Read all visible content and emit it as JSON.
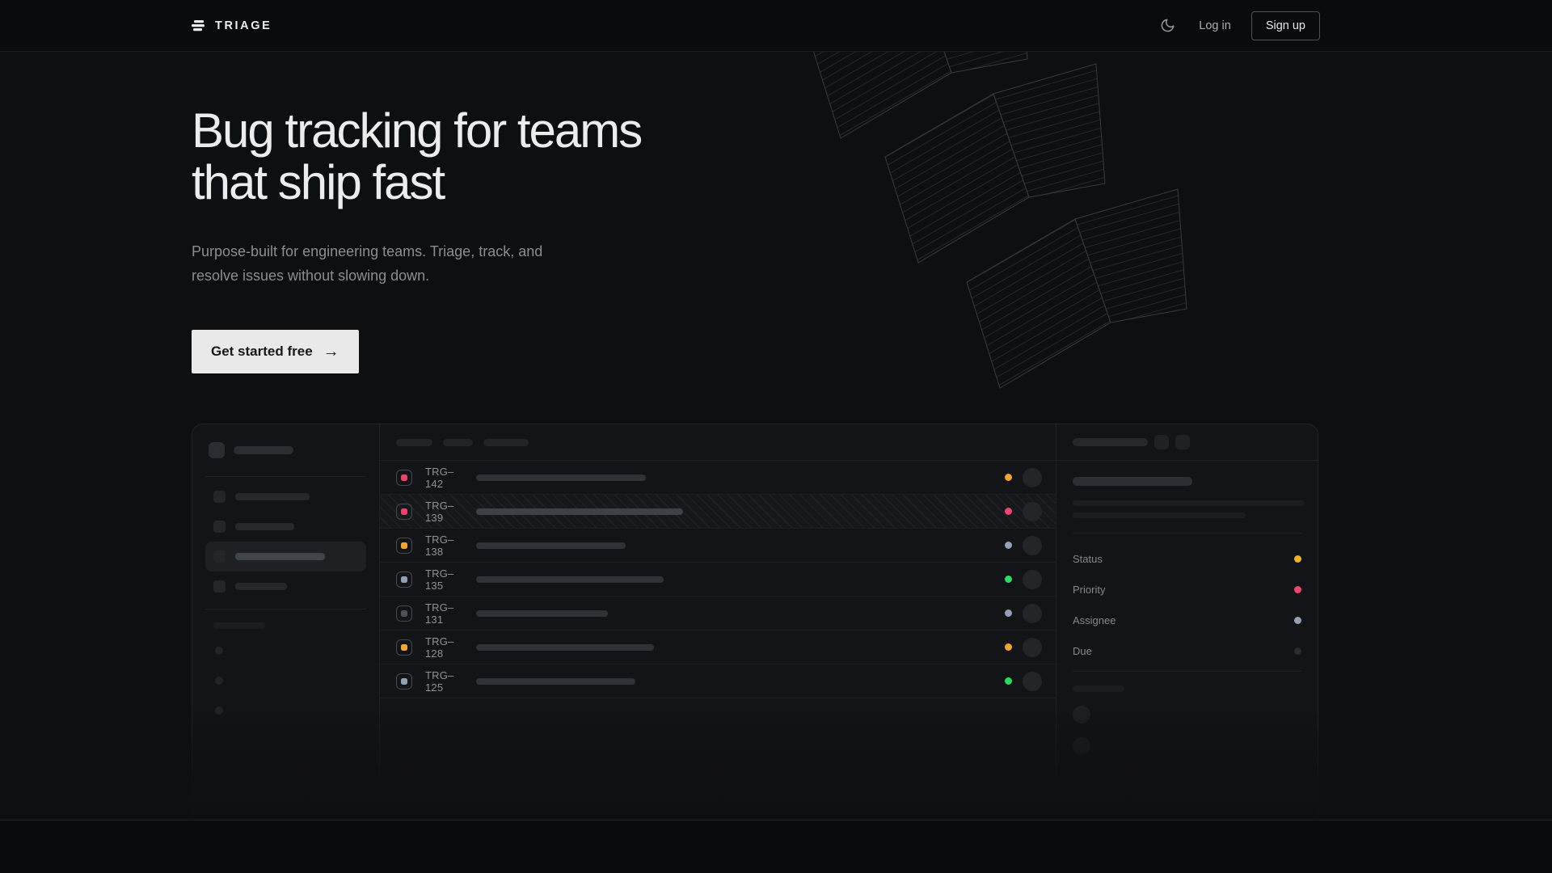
{
  "nav": {
    "brand": "TRIAGE",
    "login_label": "Log in",
    "signup_label": "Sign up"
  },
  "hero": {
    "title_line1": "Bug tracking for teams",
    "title_line2": "that ship fast",
    "subtitle_line1": "Purpose-built for engineering teams. Triage, track, and",
    "subtitle_line2": "resolve issues without slowing down.",
    "cta_label": "Get started free",
    "cta_arrow": "→"
  },
  "mockup": {
    "issues": [
      {
        "id": "TRG–142",
        "icon_color": "#e8446b",
        "status_color": "#f0a434",
        "selected": false
      },
      {
        "id": "TRG–139",
        "icon_color": "#e8446b",
        "status_color": "#ec4570",
        "selected": true
      },
      {
        "id": "TRG–138",
        "icon_color": "#f0a434",
        "status_color": "#93a0b5",
        "selected": false
      },
      {
        "id": "TRG–135",
        "icon_color": "#93a0b5",
        "status_color": "#2bdd5e",
        "selected": false
      },
      {
        "id": "TRG–131",
        "icon_color": "#4e5258",
        "status_color": "#93a0b5",
        "selected": false
      },
      {
        "id": "TRG–128",
        "icon_color": "#f0a434",
        "status_color": "#f0a434",
        "selected": false
      },
      {
        "id": "TRG–125",
        "icon_color": "#93a0b5",
        "status_color": "#2bdd5e",
        "selected": false
      }
    ],
    "detail": {
      "fields": [
        {
          "label": "Status",
          "dot_color": "#f2b32a"
        },
        {
          "label": "Priority",
          "dot_color": "#ec4570"
        },
        {
          "label": "Assignee",
          "dot_color": "#93a0b5"
        },
        {
          "label": "Due",
          "dot_color": "#2a2c31"
        }
      ]
    }
  },
  "colors": {
    "page_bg": "#0e0f11",
    "accent_pink": "#ec4570",
    "accent_amber": "#f0a434",
    "accent_yellow": "#f2b32a",
    "accent_green": "#2bdd5e",
    "accent_blue_gray": "#93a0b5",
    "cta_bg": "#e9e9e9"
  }
}
